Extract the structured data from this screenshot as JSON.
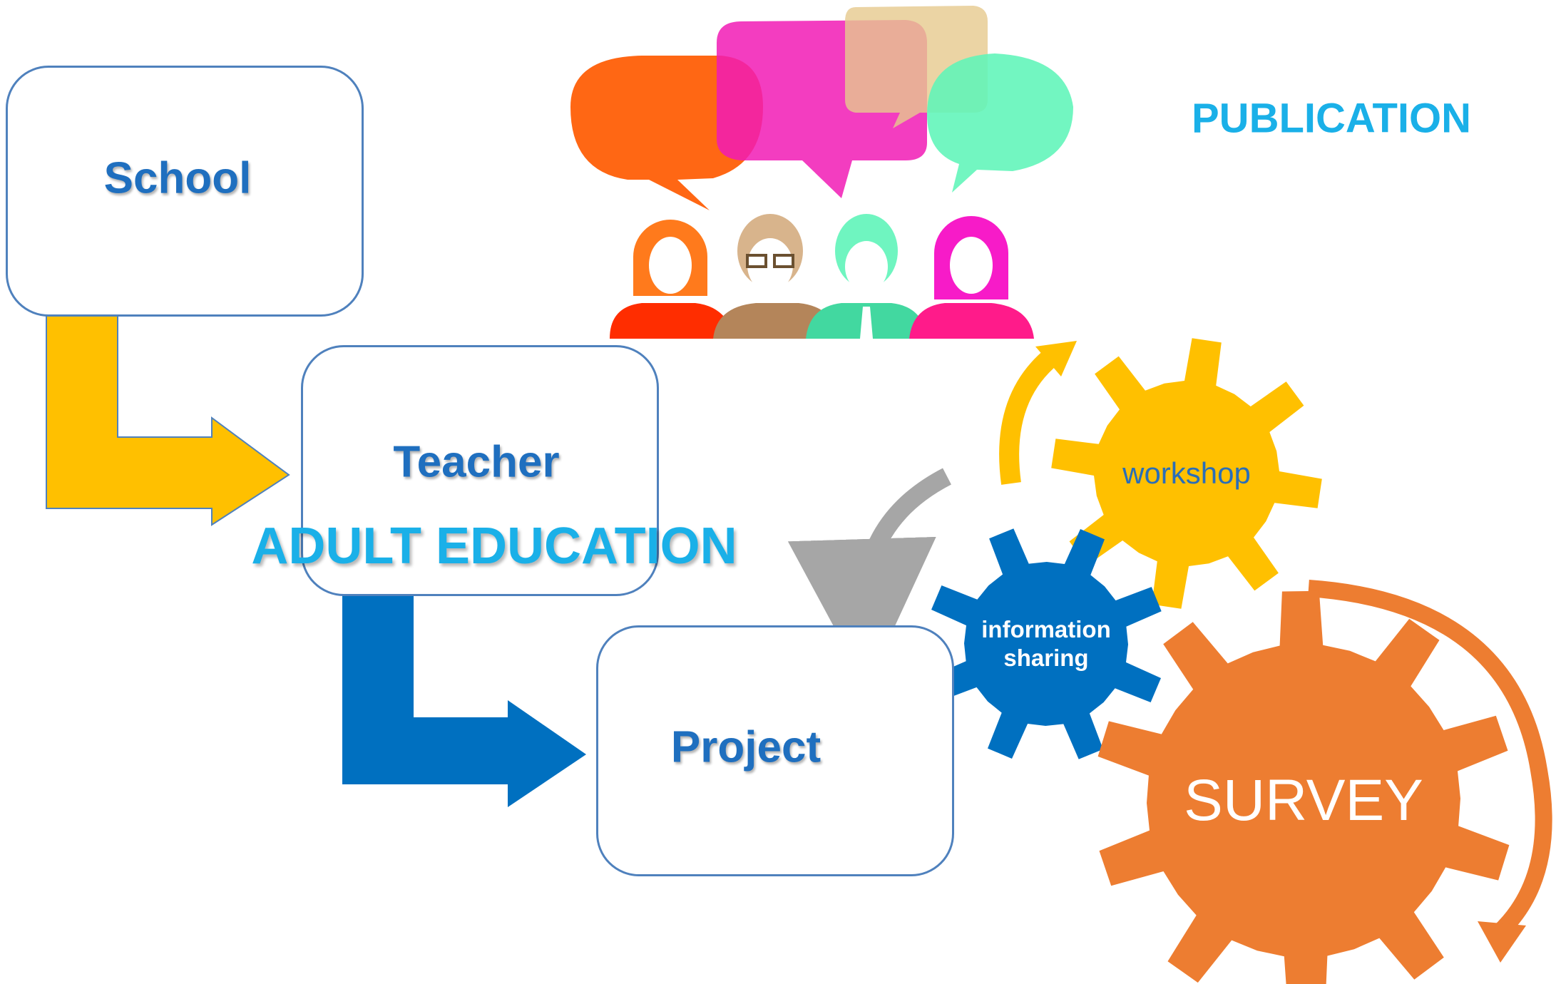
{
  "boxes": {
    "school": "School",
    "teacher": "Teacher",
    "project": "Project"
  },
  "labels": {
    "publication": "PUBLICATION",
    "adult_education": "ADULT EDUCATION"
  },
  "gears": {
    "workshop": "workshop",
    "information_sharing_line1": "information",
    "information_sharing_line2": "sharing",
    "survey": "SURVEY"
  },
  "colors": {
    "yellow": "#ffc000",
    "blue": "#0070c0",
    "orange": "#ed7d31",
    "gray": "#a6a6a6",
    "box_border": "#4f81bd",
    "title_cyan": "#1ab0e8"
  }
}
